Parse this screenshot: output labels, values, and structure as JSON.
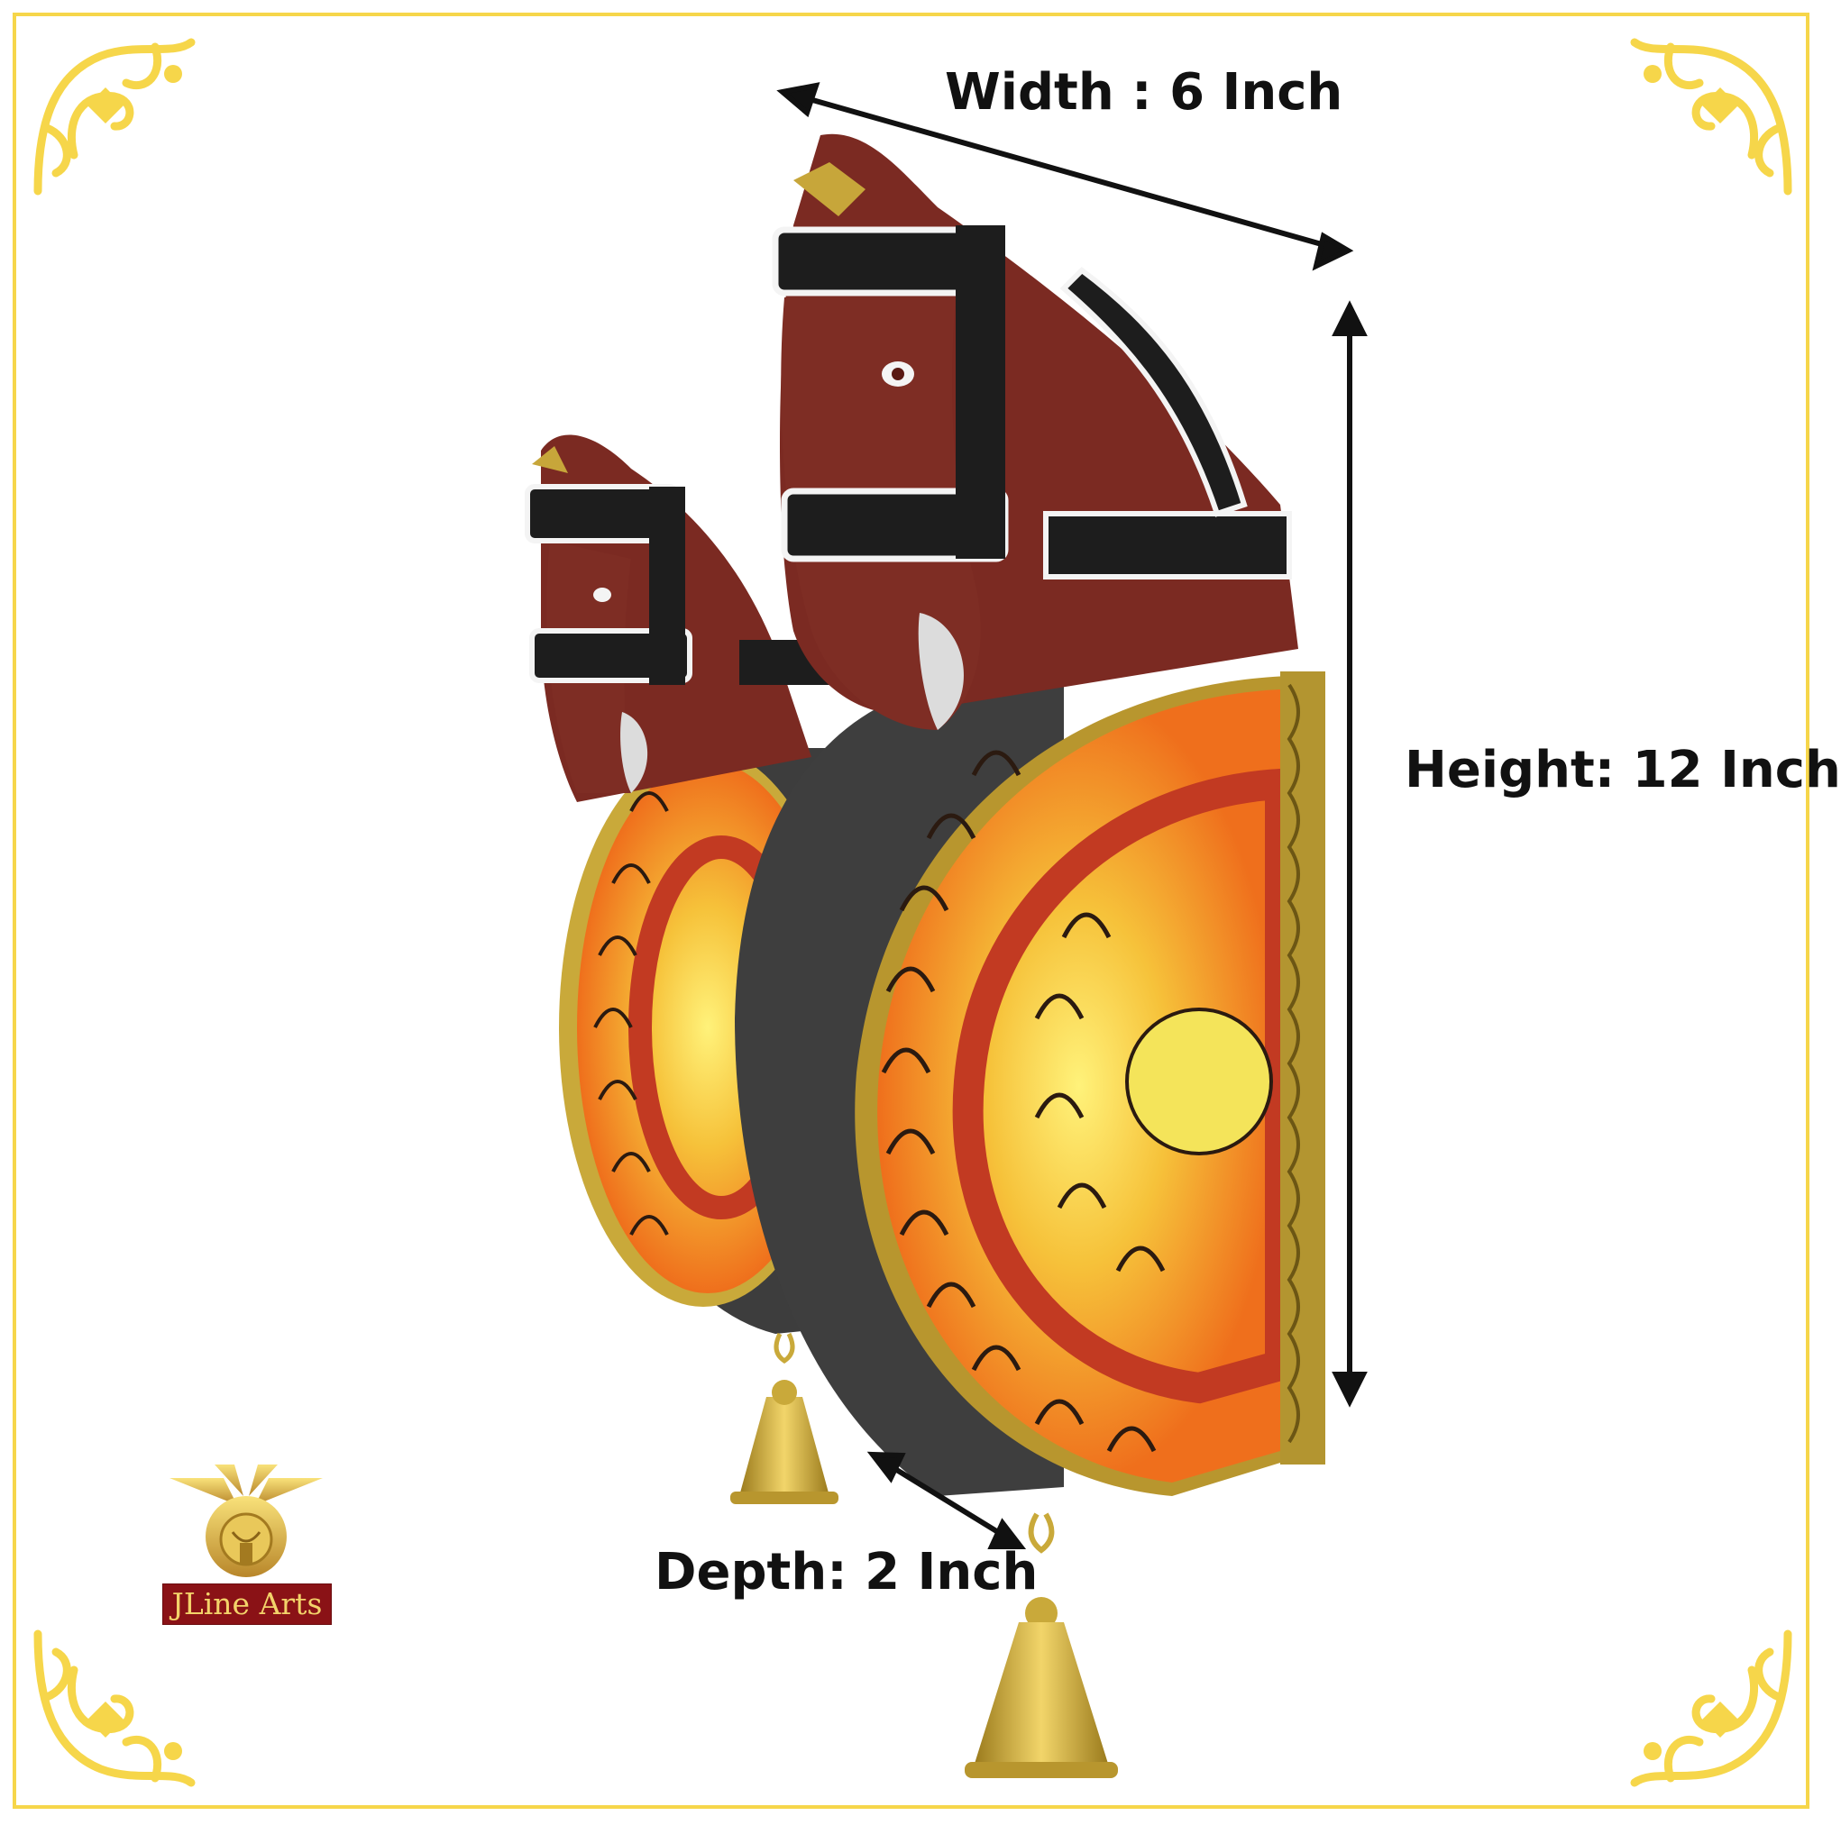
{
  "dimensions": {
    "width_label": "Width : 6 Inch",
    "height_label": "Height: 12 Inch",
    "depth_label": "Depth: 2 Inch"
  },
  "brand": {
    "name": "JLine Arts"
  },
  "colors": {
    "frame_gold": "#f6d64a",
    "horse_brown": "#7b2a22",
    "medallion_orange": "#f07a1e",
    "medallion_yellow": "#f6d23c",
    "rim_dark": "#3b3b3b",
    "brass": "#d9b43a",
    "logo_bg": "#8a1216"
  }
}
